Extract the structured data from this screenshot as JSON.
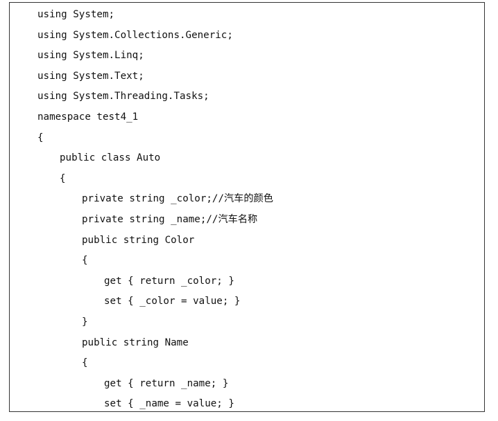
{
  "code": {
    "lines": [
      {
        "text": "using System;",
        "indent": 0
      },
      {
        "text": "using System.Collections.Generic;",
        "indent": 0
      },
      {
        "text": "using System.Linq;",
        "indent": 0
      },
      {
        "text": "using System.Text;",
        "indent": 0
      },
      {
        "text": "using System.Threading.Tasks;",
        "indent": 0
      },
      {
        "text": "namespace test4_1",
        "indent": 0
      },
      {
        "text": "{",
        "indent": 0
      },
      {
        "text": "public class Auto",
        "indent": 1
      },
      {
        "text": "{",
        "indent": 1
      },
      {
        "text": "private string _color;//汽车的颜色",
        "indent": 2
      },
      {
        "text": "private string _name;//汽车名称",
        "indent": 2
      },
      {
        "text": "public string Color",
        "indent": 2
      },
      {
        "text": "{",
        "indent": 2
      },
      {
        "text": "get { return _color; }",
        "indent": 3
      },
      {
        "text": "set { _color = value; }",
        "indent": 3
      },
      {
        "text": "}",
        "indent": 2
      },
      {
        "text": "public string Name",
        "indent": 2
      },
      {
        "text": "{",
        "indent": 2
      },
      {
        "text": "get { return _name; }",
        "indent": 3
      },
      {
        "text": "set { _name = value; }",
        "indent": 3
      }
    ]
  }
}
